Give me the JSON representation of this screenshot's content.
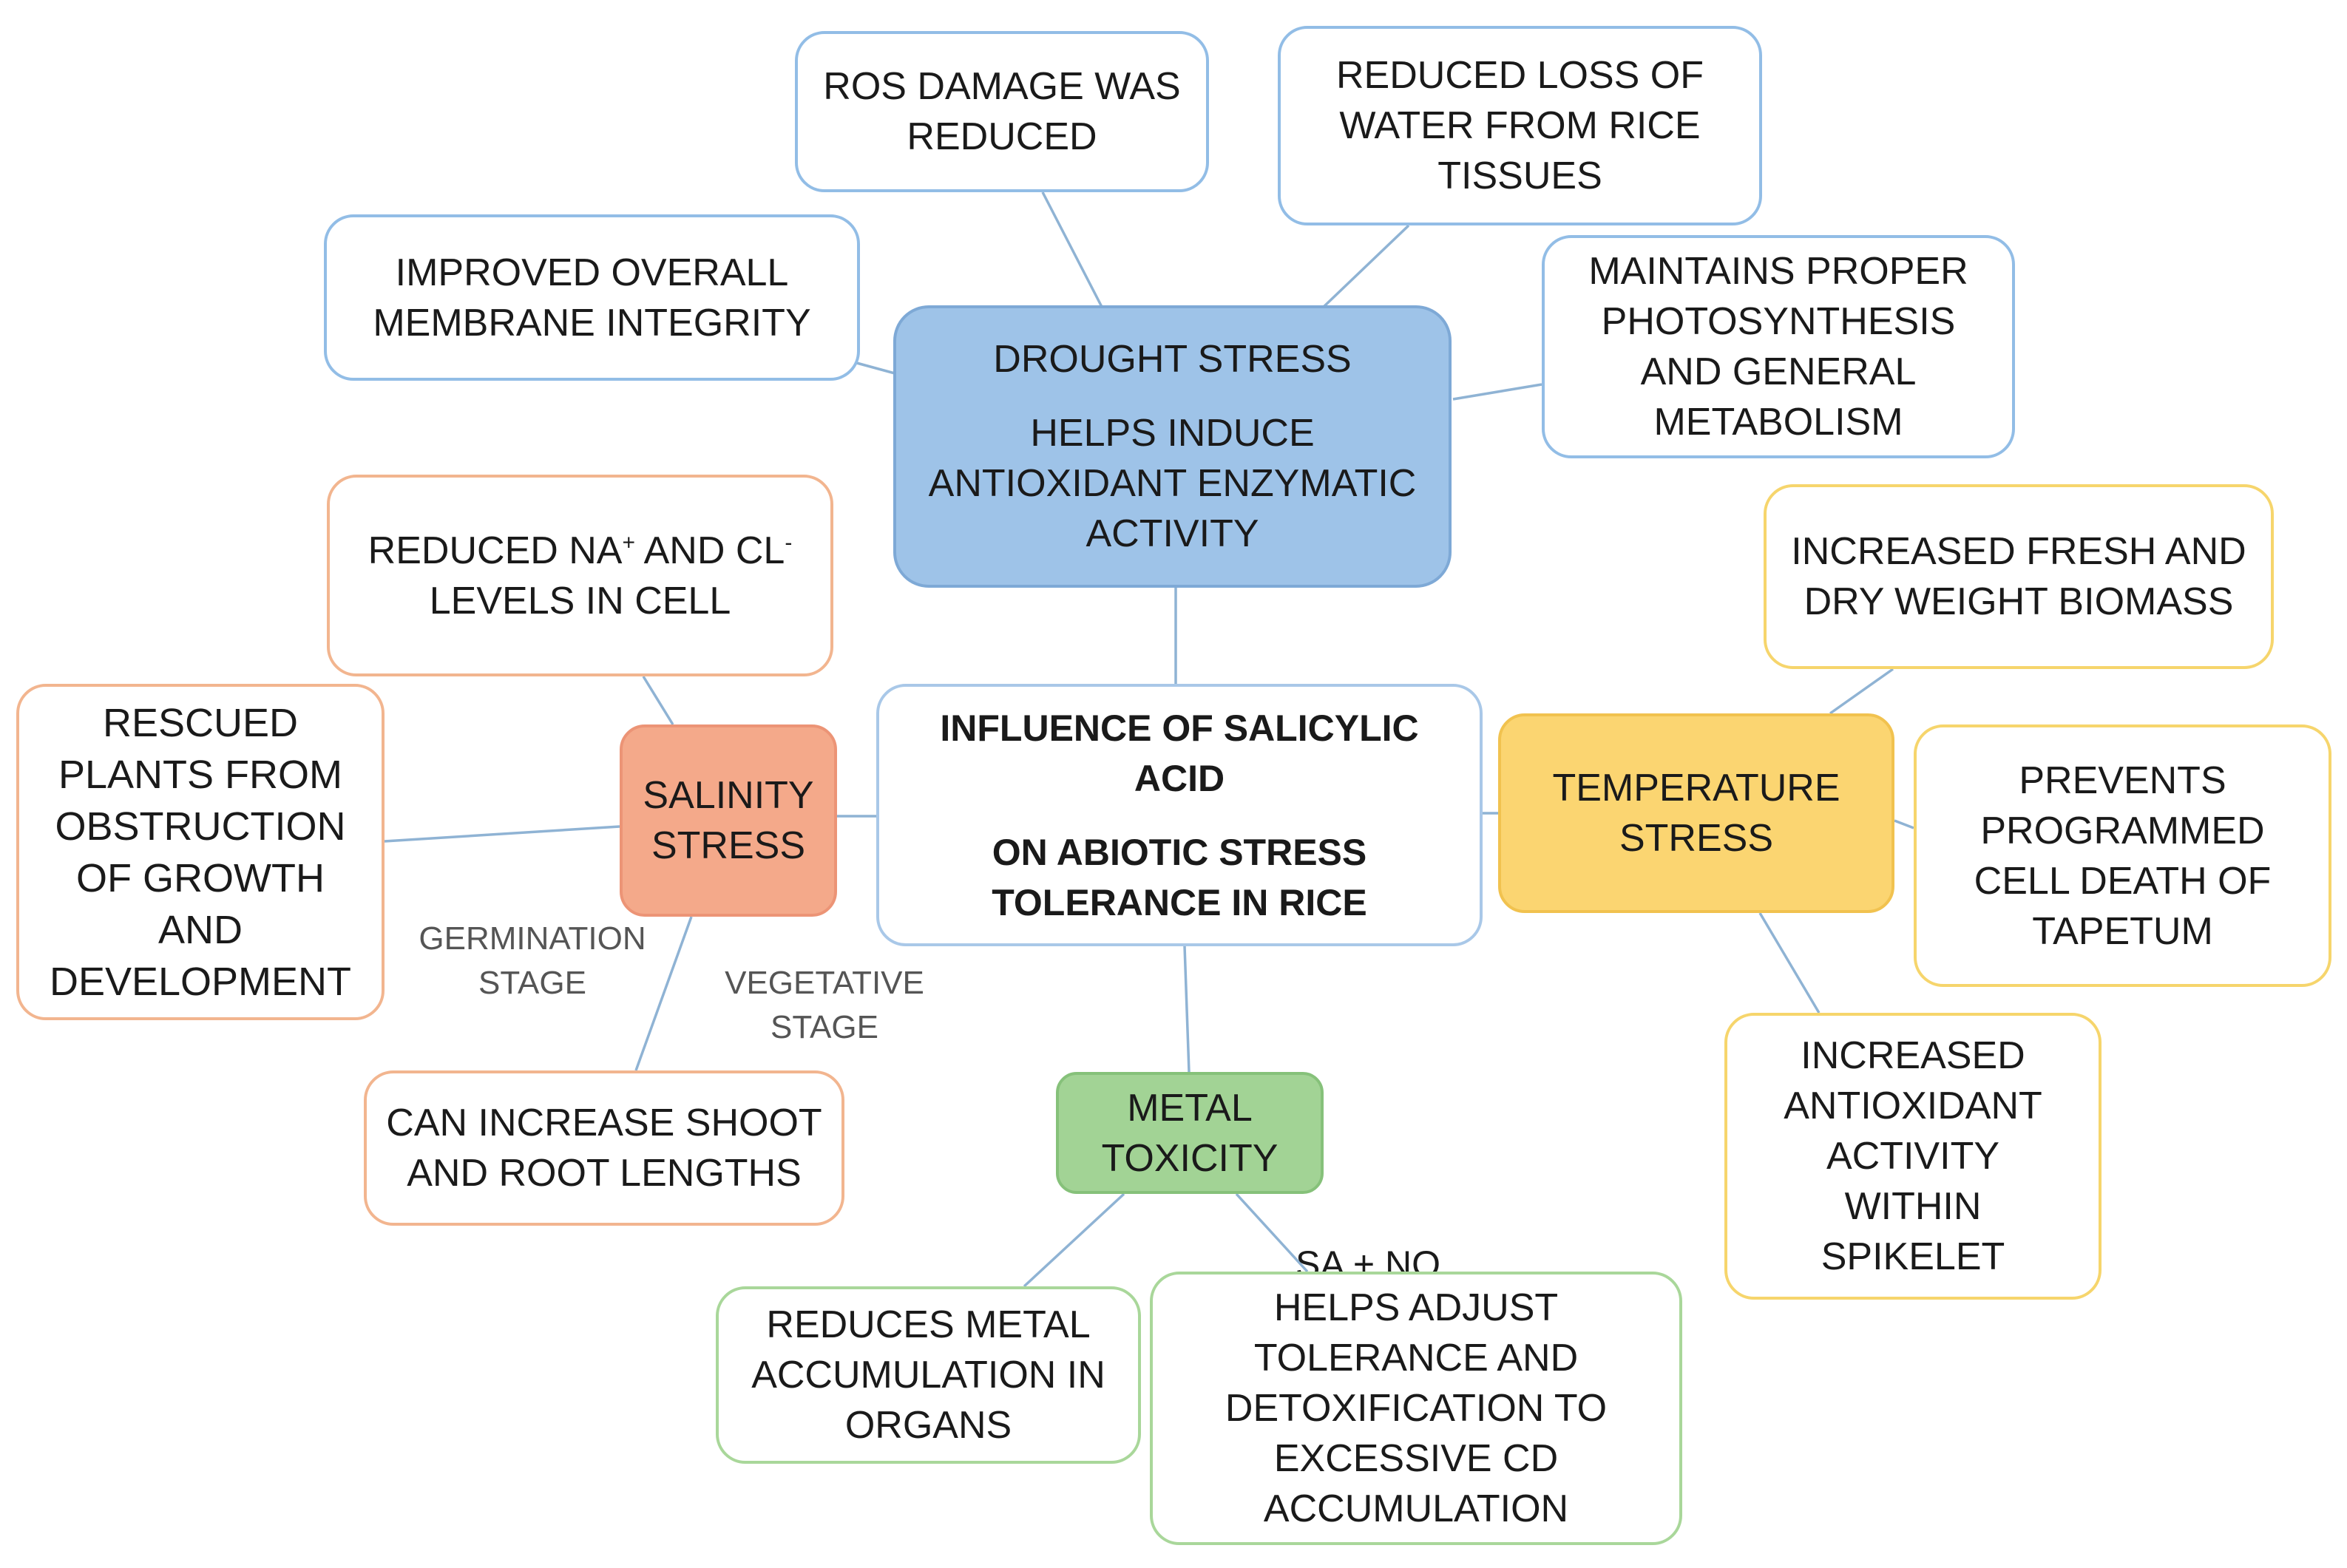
{
  "diagram": {
    "center": {
      "line1": "INFLUENCE OF SALICYLIC",
      "line2": "ACID",
      "line3": "ON ABIOTIC STRESS",
      "line4": "TOLERANCE IN RICE"
    },
    "drought": {
      "title": "DROUGHT STRESS",
      "line1": "HELPS INDUCE",
      "line2": "ANTIOXIDANT ENZYMATIC",
      "line3": "ACTIVITY",
      "effects": {
        "ros": [
          "ROS DAMAGE WAS",
          "REDUCED"
        ],
        "water": [
          "REDUCED LOSS OF",
          "WATER FROM RICE",
          "TISSUES"
        ],
        "membrane": [
          "IMPROVED OVERALL",
          "MEMBRANE INTEGRITY"
        ],
        "photosynthesis": [
          "MAINTAINS PROPER",
          "PHOTOSYNTHESIS",
          "AND GENERAL",
          "METABOLISM"
        ]
      }
    },
    "salinity": {
      "title_line1": "SALINITY",
      "title_line2": "STRESS",
      "effects": {
        "ions_line1_a": "REDUCED NA",
        "ions_sup1": "+",
        "ions_line1_b": " AND CL",
        "ions_sup2": "-",
        "ions_line2": "LEVELS IN CELL",
        "rescued": [
          "RESCUED",
          "PLANTS FROM",
          "OBSTRUCTION",
          "OF GROWTH",
          "AND",
          "DEVELOPMENT"
        ],
        "shoot": [
          "CAN INCREASE SHOOT",
          "AND ROOT LENGTHS"
        ]
      },
      "labels": {
        "germination": [
          "GERMINATION",
          "STAGE"
        ],
        "vegetative": [
          "VEGETATIVE",
          "STAGE"
        ]
      }
    },
    "temperature": {
      "title_line1": "TEMPERATURE",
      "title_line2": "STRESS",
      "effects": {
        "biomass": [
          "INCREASED FRESH AND",
          "DRY WEIGHT BIOMASS"
        ],
        "tapetum": [
          "PREVENTS",
          "PROGRAMMED",
          "CELL DEATH OF",
          "TAPETUM"
        ],
        "spikelet": [
          "INCREASED",
          "ANTIOXIDANT",
          "ACTIVITY",
          "WITHIN",
          "SPIKELET"
        ]
      }
    },
    "metal": {
      "title_line1": "METAL",
      "title_line2": "TOXICITY",
      "effects": {
        "accumulation": [
          "REDUCES METAL",
          "ACCUMULATION IN",
          "ORGANS"
        ],
        "cd": [
          "HELPS ADJUST",
          "TOLERANCE AND",
          "DETOXIFICATION TO",
          "EXCESSIVE CD",
          "ACCUMULATION"
        ]
      },
      "labels": {
        "sa_no": "SA + NO"
      }
    }
  }
}
